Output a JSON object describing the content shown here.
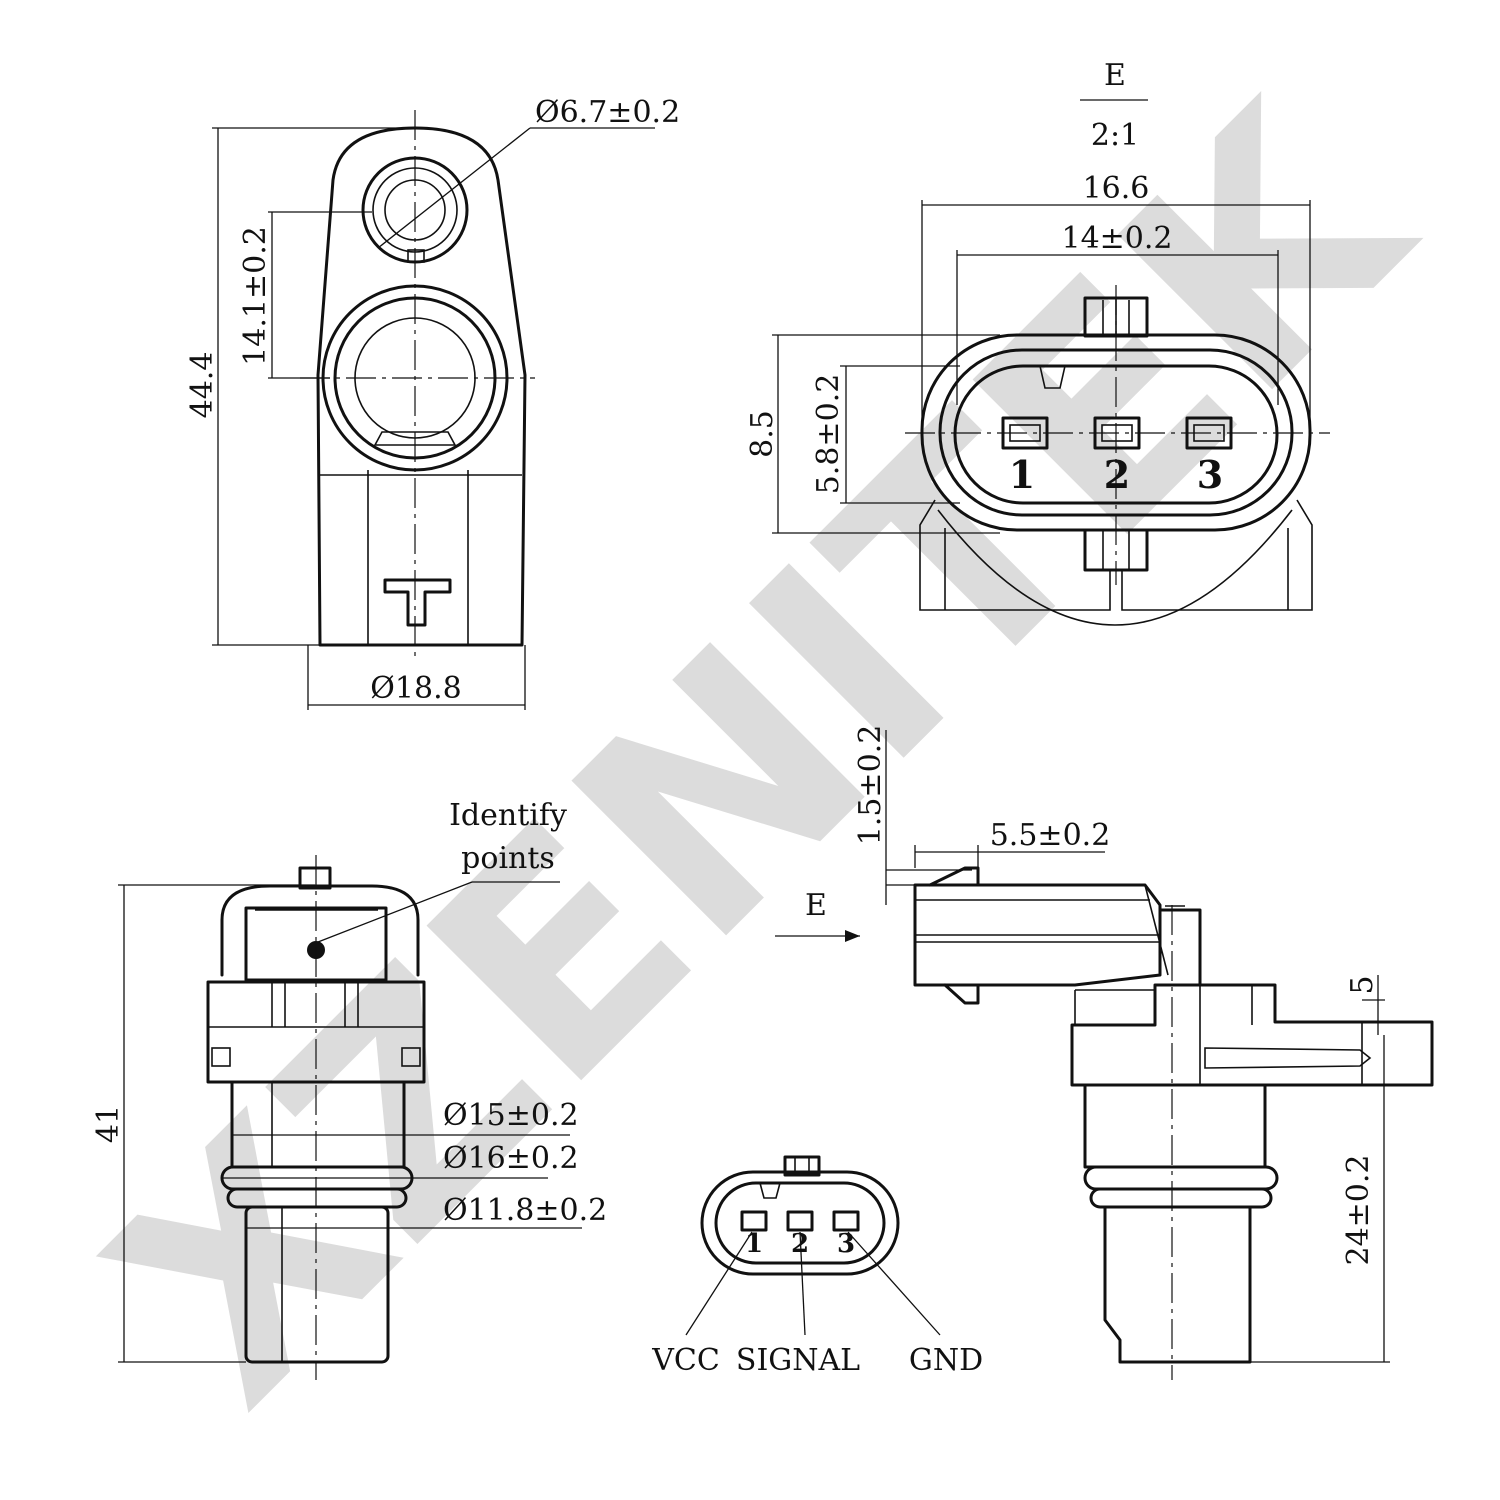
{
  "watermark": "XZENITEK",
  "views": {
    "top": {
      "dia_top": "Ø6.7±0.2",
      "center_distance": "14.1±0.2",
      "height": "44.4",
      "width": "Ø18.8"
    },
    "connector_detail": {
      "view_label": "E",
      "scale": "2:1",
      "outer_width": "16.6",
      "inner_width": "14±0.2",
      "outer_height": "8.5",
      "inner_height": "5.8±0.2",
      "pins": [
        "1",
        "2",
        "3"
      ]
    },
    "front": {
      "identify_label_1": "Identify",
      "identify_label_2": "points",
      "dia_15": "Ø15±0.2",
      "dia_16": "Ø16±0.2",
      "dia_11_8": "Ø11.8±0.2",
      "height": "41"
    },
    "pinout": {
      "pins": [
        "1",
        "2",
        "3"
      ],
      "vcc": "VCC",
      "signal": "SIGNAL",
      "gnd": "GND"
    },
    "side": {
      "view_arrow_label": "E",
      "tab_thickness": "1.5±0.2",
      "tab_length": "5.5±0.2",
      "flange": "5",
      "length": "24±0.2"
    }
  }
}
